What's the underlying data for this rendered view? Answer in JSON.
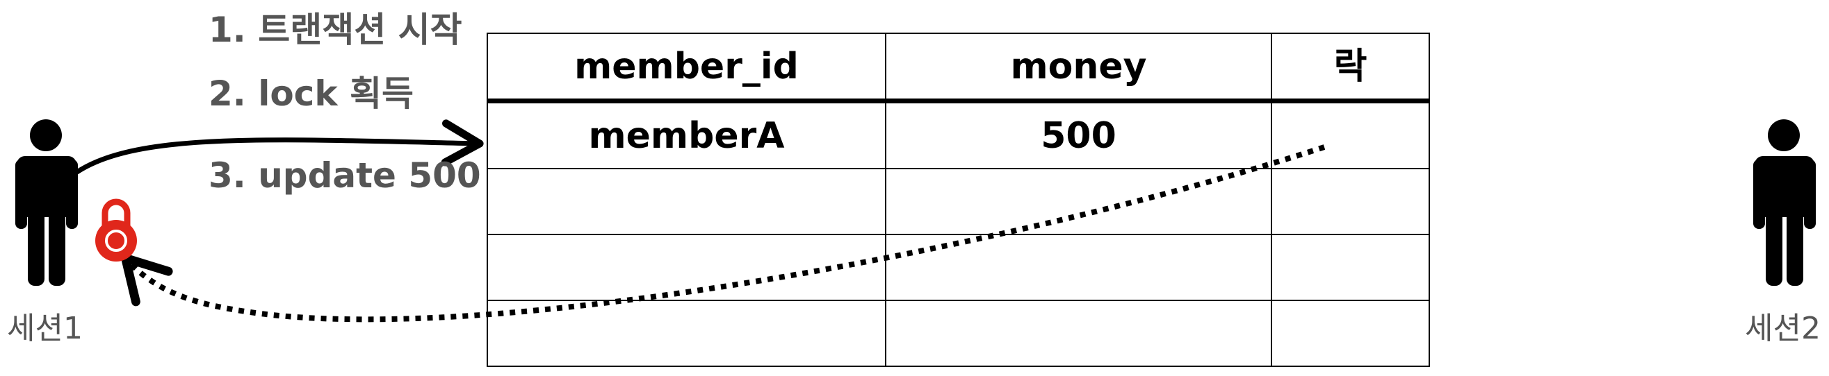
{
  "steps": {
    "step1": "1. 트랜잭션 시작",
    "step2": "2. lock 획득",
    "step3": "3. update 500"
  },
  "table": {
    "headers": [
      "member_id",
      "money",
      "락"
    ],
    "rows": [
      [
        "memberA",
        "500",
        ""
      ],
      [
        "",
        "",
        ""
      ],
      [
        "",
        "",
        ""
      ],
      [
        "",
        "",
        ""
      ]
    ]
  },
  "sessions": {
    "session1": "세션1",
    "session2": "세션2"
  },
  "colors": {
    "lock": "#e0271b",
    "text": "#555555",
    "line": "#000000"
  },
  "icons": {
    "person": "person-icon",
    "lock": "lock-icon"
  }
}
